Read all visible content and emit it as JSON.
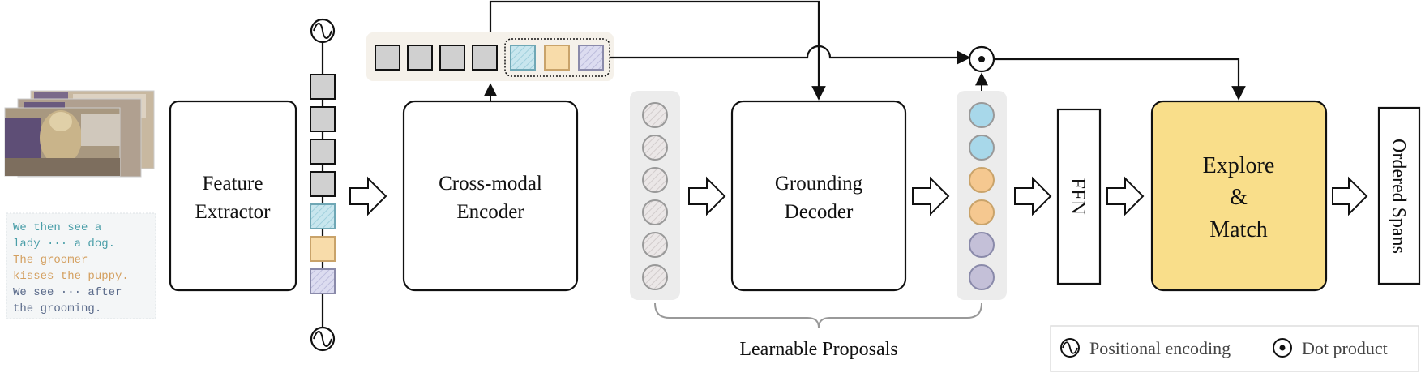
{
  "input_text_lines": [
    {
      "text": "We then see a",
      "color": "#4a9ea8"
    },
    {
      "text": "lady ··· a dog.",
      "color": "#4a9ea8"
    },
    {
      "text": "The groomer",
      "color": "#d4a060"
    },
    {
      "text": "kisses the puppy.",
      "color": "#d4a060"
    },
    {
      "text": "We see ··· after",
      "color": "#5a6a8a"
    },
    {
      "text": "the grooming.",
      "color": "#5a6a8a"
    }
  ],
  "modules": {
    "feature_extractor": [
      "Feature",
      "Extractor"
    ],
    "cross_modal_encoder": [
      "Cross-modal",
      "Encoder"
    ],
    "grounding_decoder": [
      "Grounding",
      "Decoder"
    ],
    "ffn": "FFN",
    "explore_match": [
      "Explore",
      "&",
      "Match"
    ]
  },
  "output_label": "Ordered Spans",
  "proposals_label": "Learnable Proposals",
  "legend": {
    "positional_encoding": "Positional encoding",
    "dot_product": "Dot product"
  },
  "colors": {
    "video_token": "#d0d0d0",
    "text_blue": "#c8e6ee",
    "text_orange": "#f8dcaa",
    "text_purple": "#dcdcf0",
    "output_blue": "#a8d8ea",
    "output_orange": "#f5c890",
    "output_purple": "#c4c0d8",
    "explore_fill": "#f9de8a",
    "proposal_fill": "#e8e4e4",
    "panel_bg": "#ececec",
    "token_panel_bg": "#f5f1ea"
  },
  "icons": [
    "positional-encoding-icon",
    "dot-product-icon",
    "hollow-arrow-icon"
  ]
}
